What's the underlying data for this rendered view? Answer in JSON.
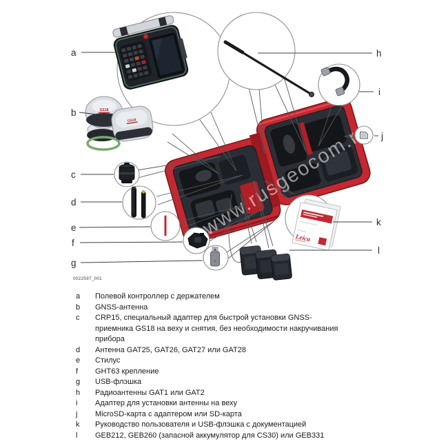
{
  "page": {
    "figure_number": "0022597_001",
    "watermark": "www.rusgeocom.ru"
  },
  "colors": {
    "case_red": "#c42830",
    "leica_red": "#c42830",
    "foam_dark": "#2b2e34",
    "stylus_red": "#c42830",
    "green_ring": "#7ca96e"
  },
  "diagram": {
    "gs18_label": "GS18",
    "manual_logo": "Leica"
  },
  "legend": {
    "items": [
      {
        "letter": "a",
        "text": "Полевой контроллер с держателем"
      },
      {
        "letter": "b",
        "text": "GNSS-антенна"
      },
      {
        "letter": "c",
        "text": "CRP15, специальный адаптер для быстрой установки GNSS-\nприемника GS18 на веху и снятия, без необходимости накручивания\nприбора"
      },
      {
        "letter": "d",
        "text": "Антенна GAT25, GAT26, GAT27 или GAT28"
      },
      {
        "letter": "e",
        "text": "Стилус"
      },
      {
        "letter": "f",
        "text": "GHT63 крепление"
      },
      {
        "letter": "g",
        "text": "USB-флэшка"
      },
      {
        "letter": "h",
        "text": "Радиоантенны GAT1 или GAT2"
      },
      {
        "letter": "i",
        "text": "Адаптер для установки антенны на веху"
      },
      {
        "letter": "j",
        "text": "MicroSD-карта с адаптером или SD-карта"
      },
      {
        "letter": "k",
        "text": "Руководство пользователя и USB-флэшка с документацией"
      },
      {
        "letter": "l",
        "text": "GEB212, GEB260 (запасной аккумулятор для CS30) или GEB331"
      }
    ]
  }
}
